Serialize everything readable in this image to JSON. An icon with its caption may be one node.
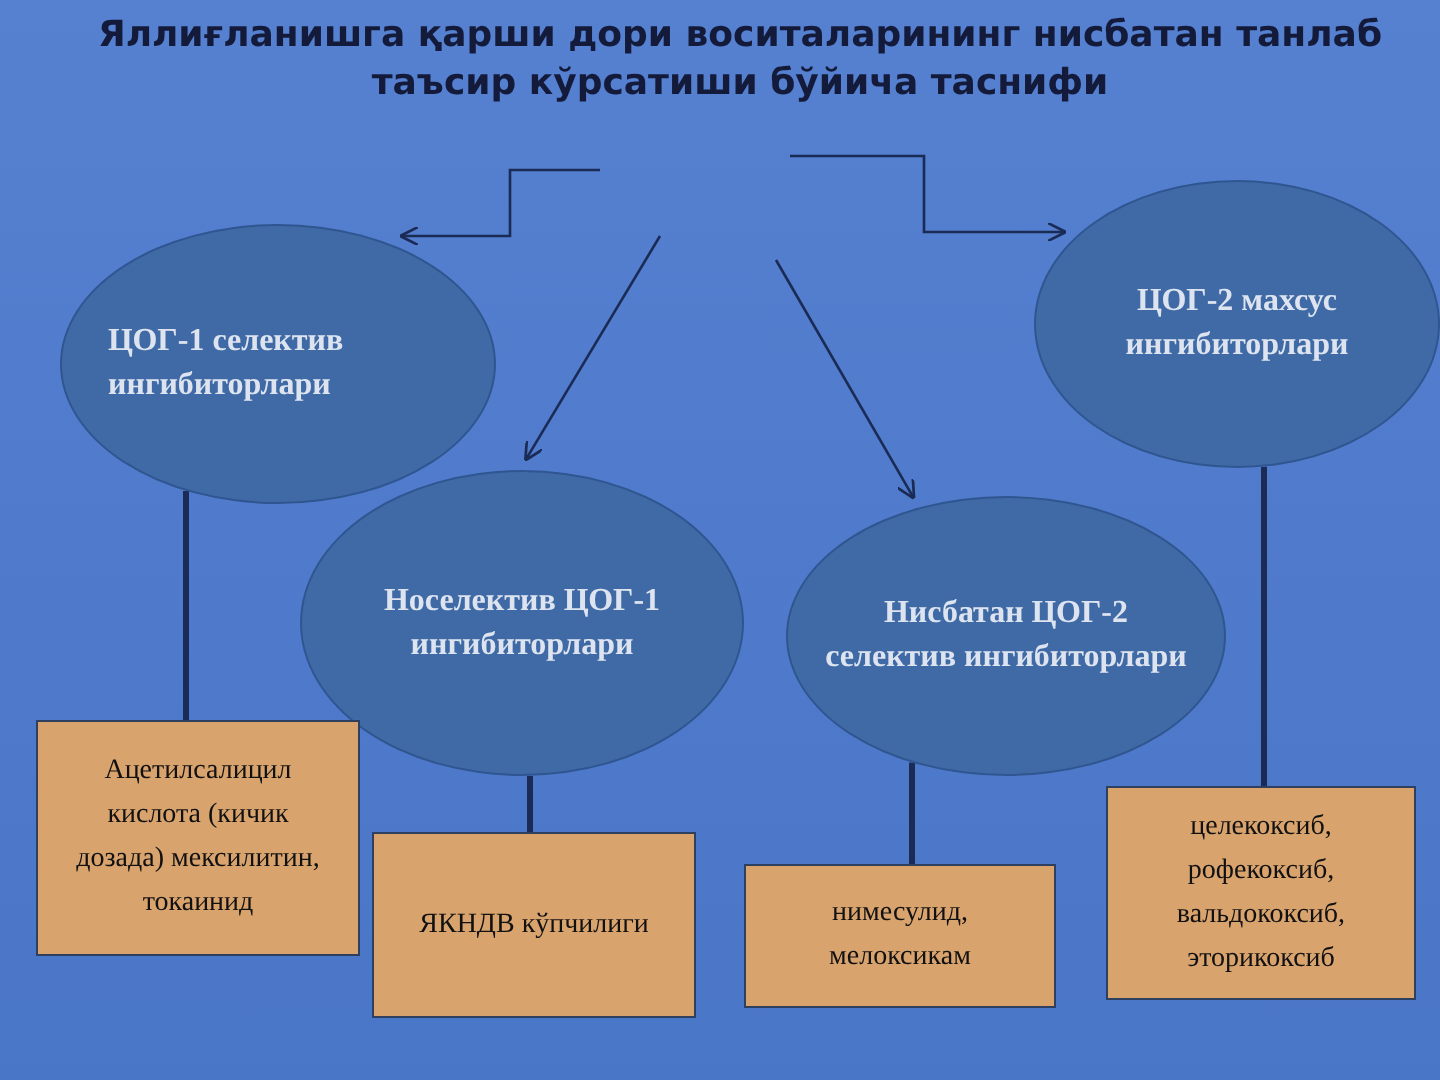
{
  "diagram": {
    "title": "Яллиғланишга қарши дори воситаларининг нисбатан танлаб таъсир кўрсатиши бўйича таснифи",
    "nodes": [
      {
        "text": [
          "ЦОГ-1 селектив ингибиторлари"
        ]
      },
      {
        "text": [
          "ЦОГ-2 махсус ингибиторлари"
        ]
      },
      {
        "text": [
          "Носелектив ЦОГ-1 ингибиторлари"
        ]
      },
      {
        "text": [
          "Нисбатан ЦОГ-2 селектив ингибиторлари"
        ]
      },
      {
        "text": [
          "Ацетилсалицил кислота (кичик дозада) мексилитин, токаинид"
        ]
      },
      {
        "text": [
          "ЯКНДВ кўпчилиги"
        ]
      },
      {
        "text": [
          "нимесулид, мелоксикам"
        ]
      },
      {
        "text": [
          "целекоксиб, рофекоксиб, вальдококсиб, эторикоксиб"
        ]
      }
    ],
    "edges": [
      {
        "from": null,
        "to": 0,
        "arrow": "to"
      },
      {
        "from": null,
        "to": 1,
        "arrow": "to"
      },
      {
        "from": null,
        "to": 2,
        "arrow": "to"
      },
      {
        "from": null,
        "to": 3,
        "arrow": "to"
      },
      {
        "from": 0,
        "to": 4,
        "arrow": "none",
        "style": "thick"
      },
      {
        "from": 2,
        "to": 5,
        "arrow": "none",
        "style": "thick"
      },
      {
        "from": 3,
        "to": 6,
        "arrow": "none",
        "style": "thick"
      },
      {
        "from": 1,
        "to": 7,
        "arrow": "none",
        "style": "thick"
      }
    ]
  }
}
